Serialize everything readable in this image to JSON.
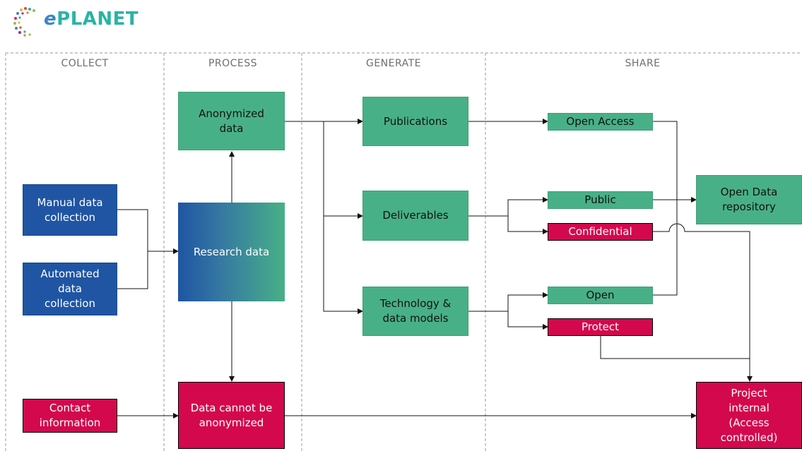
{
  "logo": {
    "prefix": "e",
    "text": "PLANET"
  },
  "columns": [
    "COLLECT",
    "PROCESS",
    "GENERATE",
    "SHARE"
  ],
  "collect": {
    "manual": "Manual data\ncollection",
    "automated": "Automated\ndata\ncollection",
    "contact": "Contact\ninformation"
  },
  "process": {
    "anonymized": "Anonymized\ndata",
    "research": "Research data",
    "not_anonymized": "Data cannot be\nanonymized"
  },
  "generate": {
    "publications": "Publications",
    "deliverables": "Deliverables",
    "technology": "Technology &\ndata models"
  },
  "share": {
    "open_access": "Open Access",
    "public": "Public",
    "confidential": "Confidential",
    "open": "Open",
    "protect": "Protect",
    "open_data_repo": "Open Data\nrepository",
    "project_internal": "Project\ninternal\n(Access\ncontrolled)"
  },
  "colors": {
    "green": "#48b087",
    "blue": "#1f55a3",
    "red": "#d3084d",
    "divider": "#9a9a9a"
  }
}
